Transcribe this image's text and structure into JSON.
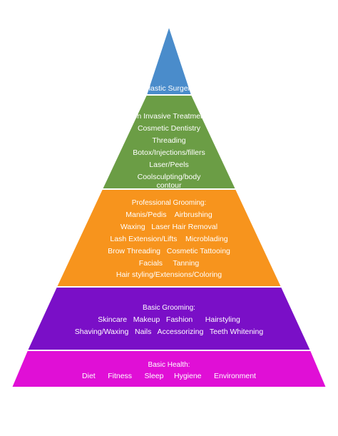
{
  "pyramid": {
    "tiers": [
      {
        "id": "plastic-surgery",
        "color": "#4a8ccb",
        "heading": "",
        "lines": [
          "Plastic Surgery"
        ]
      },
      {
        "id": "non-invasive",
        "color": "#6b9d45",
        "heading": "",
        "lines": [
          "Non Invasive Treatments",
          "Cosmetic Dentistry",
          "Threading",
          "Botox/Injections/fillers",
          "Laser/Peels",
          "Coolsculpting/body",
          "contour"
        ]
      },
      {
        "id": "professional-grooming",
        "color": "#f7941d",
        "heading": "Professional Grooming:",
        "lines": [
          "Manis/Pedis    Airbrushing",
          "Waxing   Laser Hair Removal",
          "Lash Extension/Lifts    Microblading",
          "Brow Threading   Cosmetic Tattooing",
          "Facials     Tanning",
          "Hair styling/Extensions/Coloring"
        ]
      },
      {
        "id": "basic-grooming",
        "color": "#7a0fc7",
        "heading": "Basic Grooming:",
        "lines": [
          "Skincare   Makeup   Fashion      Hairstyling",
          "Shaving/Waxing   Nails   Accessorizing   Teeth Whitening"
        ]
      },
      {
        "id": "basic-health",
        "color": "#e00fd6",
        "heading": "Basic Health:",
        "lines": [
          "Diet      Fitness      Sleep     Hygiene      Environment"
        ]
      }
    ]
  }
}
